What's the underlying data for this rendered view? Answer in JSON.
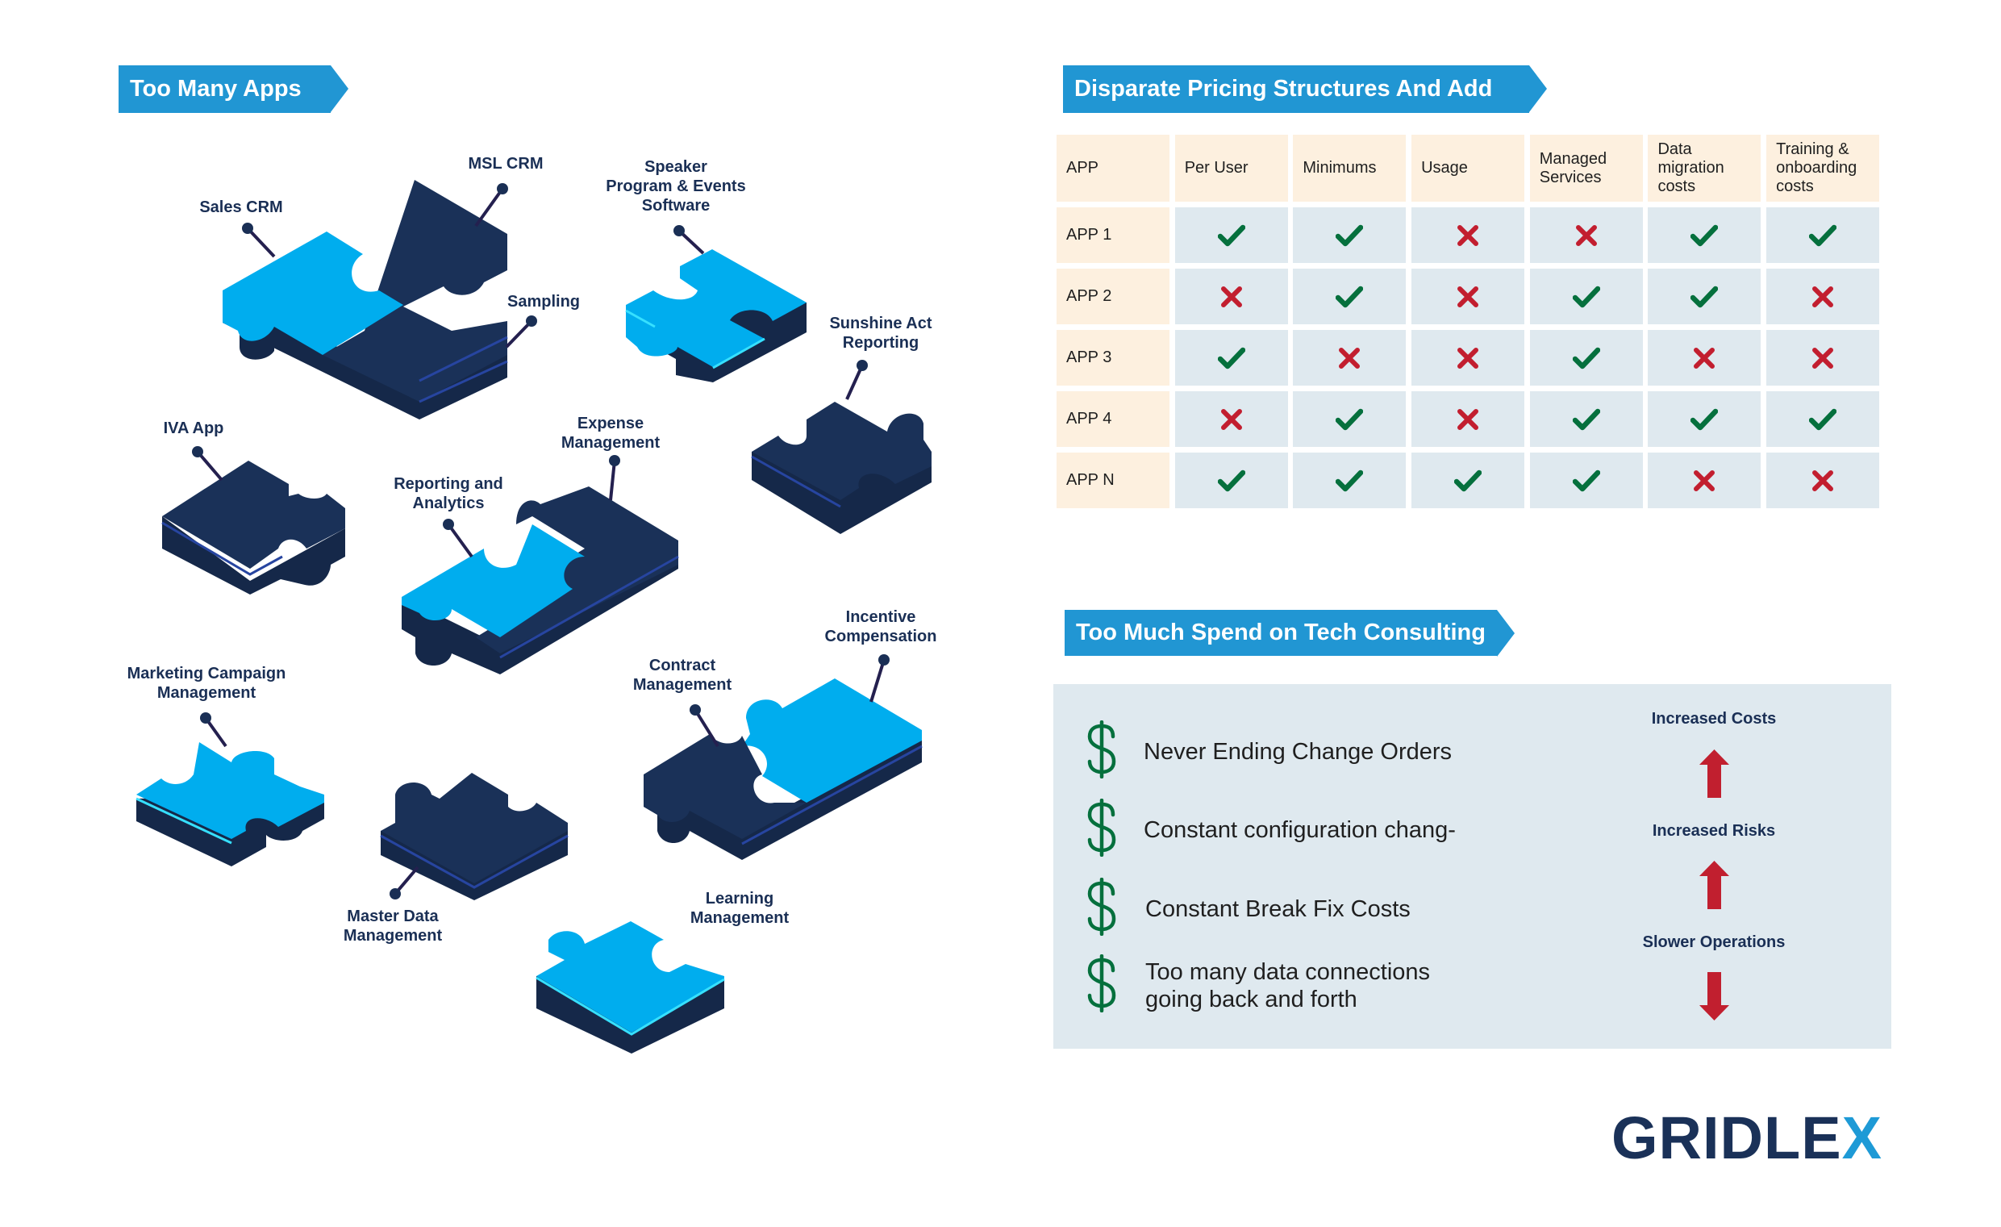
{
  "sections": {
    "apps_title": "Too Many Apps",
    "pricing_title": "Disparate Pricing Structures And Add Ons",
    "consulting_title": "Too Much Spend on Tech Consulting"
  },
  "apps": {
    "labels": [
      {
        "id": "sales-crm",
        "text": "Sales CRM"
      },
      {
        "id": "msl-crm",
        "text": "MSL CRM"
      },
      {
        "id": "sampling",
        "text": "Sampling"
      },
      {
        "id": "speaker",
        "text": "Speaker\nProgram & Events\nSoftware"
      },
      {
        "id": "sunshine",
        "text": "Sunshine Act\nReporting"
      },
      {
        "id": "iva",
        "text": "IVA App"
      },
      {
        "id": "expense",
        "text": "Expense\nManagement"
      },
      {
        "id": "reporting",
        "text": "Reporting and\nAnalytics"
      },
      {
        "id": "marketing",
        "text": "Marketing Campaign\nManagement"
      },
      {
        "id": "incentive",
        "text": "Incentive\nCompensation"
      },
      {
        "id": "contract",
        "text": "Contract\nManagement"
      },
      {
        "id": "master-data",
        "text": "Master Data\nManagement"
      },
      {
        "id": "learning",
        "text": "Learning\nManagement"
      }
    ]
  },
  "pricing_table": {
    "headers": [
      "APP",
      "Per User",
      "Minimums",
      "Usage",
      "Managed\nServices",
      "Data\nmigration\ncosts",
      "Training &\nonboarding\ncosts"
    ],
    "rows": [
      {
        "app": "APP 1",
        "values": [
          true,
          true,
          false,
          false,
          true,
          true
        ]
      },
      {
        "app": "APP 2",
        "values": [
          false,
          true,
          false,
          true,
          true,
          false
        ]
      },
      {
        "app": "APP 3",
        "values": [
          true,
          false,
          false,
          true,
          false,
          false
        ]
      },
      {
        "app": "APP 4",
        "values": [
          false,
          true,
          false,
          true,
          true,
          true
        ]
      },
      {
        "app": "APP N",
        "values": [
          true,
          true,
          true,
          true,
          false,
          false
        ]
      }
    ],
    "icons": {
      "yes": "check-icon",
      "no": "cross-icon"
    }
  },
  "consulting": {
    "items": [
      "Never Ending Change Orders",
      "Constant configuration chang-",
      "Constant Break Fix Costs",
      "Too many data connections\ngoing back and forth"
    ],
    "item_icon": "dollar-icon",
    "effects": [
      {
        "label": "Increased Costs",
        "direction": "up"
      },
      {
        "label": "Increased Risks",
        "direction": "up"
      },
      {
        "label": "Slower Operations",
        "direction": "down"
      }
    ]
  },
  "logo": {
    "text_main": "GRIDLE",
    "text_accent": "X"
  },
  "colors": {
    "banner": "#2196d3",
    "navy": "#1a3158",
    "puzzle_light": "#00adee",
    "table_header_bg": "#fdf0df",
    "table_cell_bg": "#dfe9ef",
    "check": "#05703d",
    "cross": "#c21e2f",
    "arrow": "#c11f2f",
    "dollar": "#05703d"
  }
}
